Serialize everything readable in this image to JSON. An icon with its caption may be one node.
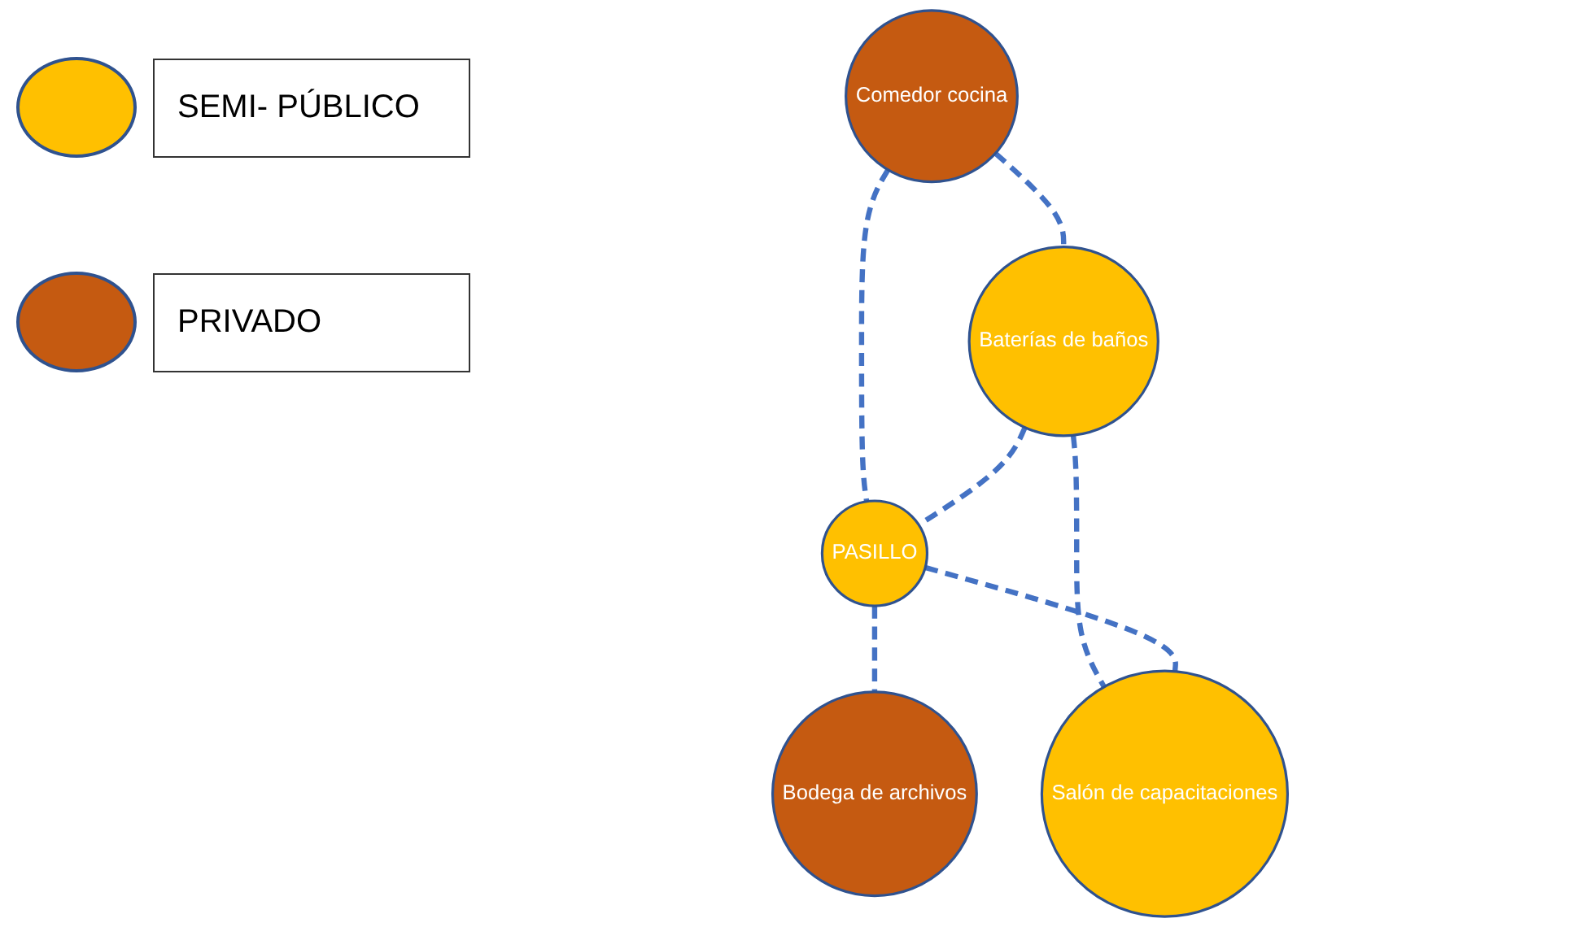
{
  "diagram": {
    "nodes": [
      {
        "text": [
          "Comedor cocina"
        ]
      },
      {
        "text": [
          "Baterías de baños"
        ]
      },
      {
        "text": [
          "PASILLO"
        ]
      },
      {
        "text": [
          "Bodega de archivos"
        ]
      },
      {
        "text": [
          "Salón de capacitaciones"
        ]
      }
    ],
    "edges": [
      {
        "from": 0,
        "to": 1,
        "arrow": "none",
        "style": "dashed"
      },
      {
        "from": 0,
        "to": 2,
        "arrow": "none",
        "style": "dashed"
      },
      {
        "from": 1,
        "to": 2,
        "arrow": "none",
        "style": "dashed"
      },
      {
        "from": 1,
        "to": 4,
        "arrow": "none",
        "style": "dashed"
      },
      {
        "from": 2,
        "to": 3,
        "arrow": "none",
        "style": "dashed"
      },
      {
        "from": 2,
        "to": 4,
        "arrow": "none",
        "style": "dashed"
      }
    ],
    "legend": [
      {
        "text": "SEMI- PÚBLICO",
        "color": "#ffc000"
      },
      {
        "text": "PRIVADO",
        "color": "#c55a11"
      }
    ]
  }
}
